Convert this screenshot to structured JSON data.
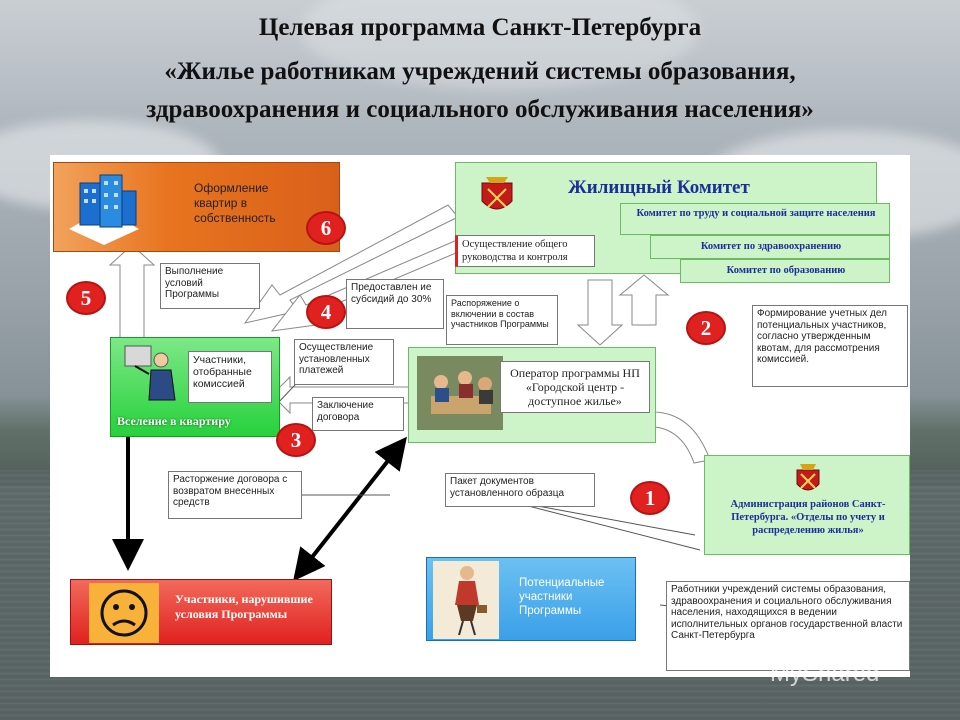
{
  "title": {
    "line1": "Целевая программа Санкт-Петербурга",
    "line2": "«Жилье работникам учреждений системы образования,",
    "line3": "здравоохранения и социального обслуживания населения»"
  },
  "nodes": {
    "ownership": "Оформление квартир в собственность",
    "housing_committee": "Жилищный Комитет",
    "committee_labor": "Комитет по труду и социальной защите населения",
    "committee_health": "Комитет по здравоохранению",
    "committee_education": "Комитет по образованию",
    "general_control": "Осуществление общего руководства и контроля",
    "settlement": "Вселение в квартиру",
    "selected_participants": "Участники, отобранные комиссией",
    "operator": "Оператор программы НП «Городской центр - доступное жилье»",
    "district_admin": "Администрация районов Санкт-Петербурга. «Отделы по учету и распределению жилья»",
    "potential_participants": "Потенциальные участники Программы",
    "violators": "Участники, нарушившие условия Программы"
  },
  "callouts": {
    "fulfillment": "Выполнение условий Программы",
    "subsidies": "Предоставлен ие субсидий до 30%",
    "inclusion_order": "Распоряжение о включении в состав участников Программы",
    "payments": "Осуществление установленных платежей",
    "contract": "Заключение договора",
    "formation": "Формирование учетных дел потенциальных участников, согласно утвержденным квотам, для рассмотрения комиссией.",
    "termination": "Расторжение договора с возвратом внесенных средств",
    "documents": "Пакет документов установленного образца",
    "workers": "Работники учреждений системы образования, здравоохранения и социального обслуживания населения, находящихся в ведении исполнительных органов государственной власти Санкт-Петербурга"
  },
  "steps": {
    "s1": "1",
    "s2": "2",
    "s3": "3",
    "s4": "4",
    "s5": "5",
    "s6": "6"
  },
  "watermark": "MyShared",
  "colors": {
    "orange": "#e8741f",
    "green": "#27d13c",
    "light_green": "#cdf3c8",
    "blue": "#3aa0e8",
    "red": "#e0211f",
    "committee_text": "#1a2f9a"
  }
}
